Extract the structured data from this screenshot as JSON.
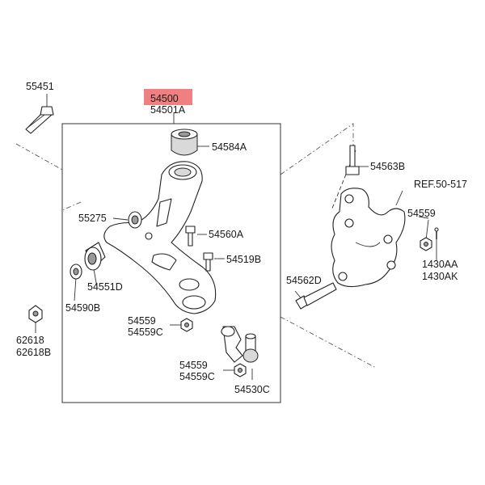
{
  "highlight_color": "#f08080",
  "labels": {
    "p55451": "55451",
    "p54500": "54500",
    "p54501A": "54501A",
    "p54584A": "54584A",
    "p54563B": "54563B",
    "ref": "REF.50-517",
    "p55275": "55275",
    "p54560A": "54560A",
    "p54559_right": "54559",
    "p54519B": "54519B",
    "p1430AA": "1430AA",
    "p1430AK": "1430AK",
    "p54551D": "54551D",
    "p54562D": "54562D",
    "p54590B": "54590B",
    "p62618": "62618",
    "p62618B": "62618B",
    "p54559_mid": "54559",
    "p54559C_mid": "54559C",
    "p54559_low": "54559",
    "p54559C_low": "54559C",
    "p54530C": "54530C"
  }
}
